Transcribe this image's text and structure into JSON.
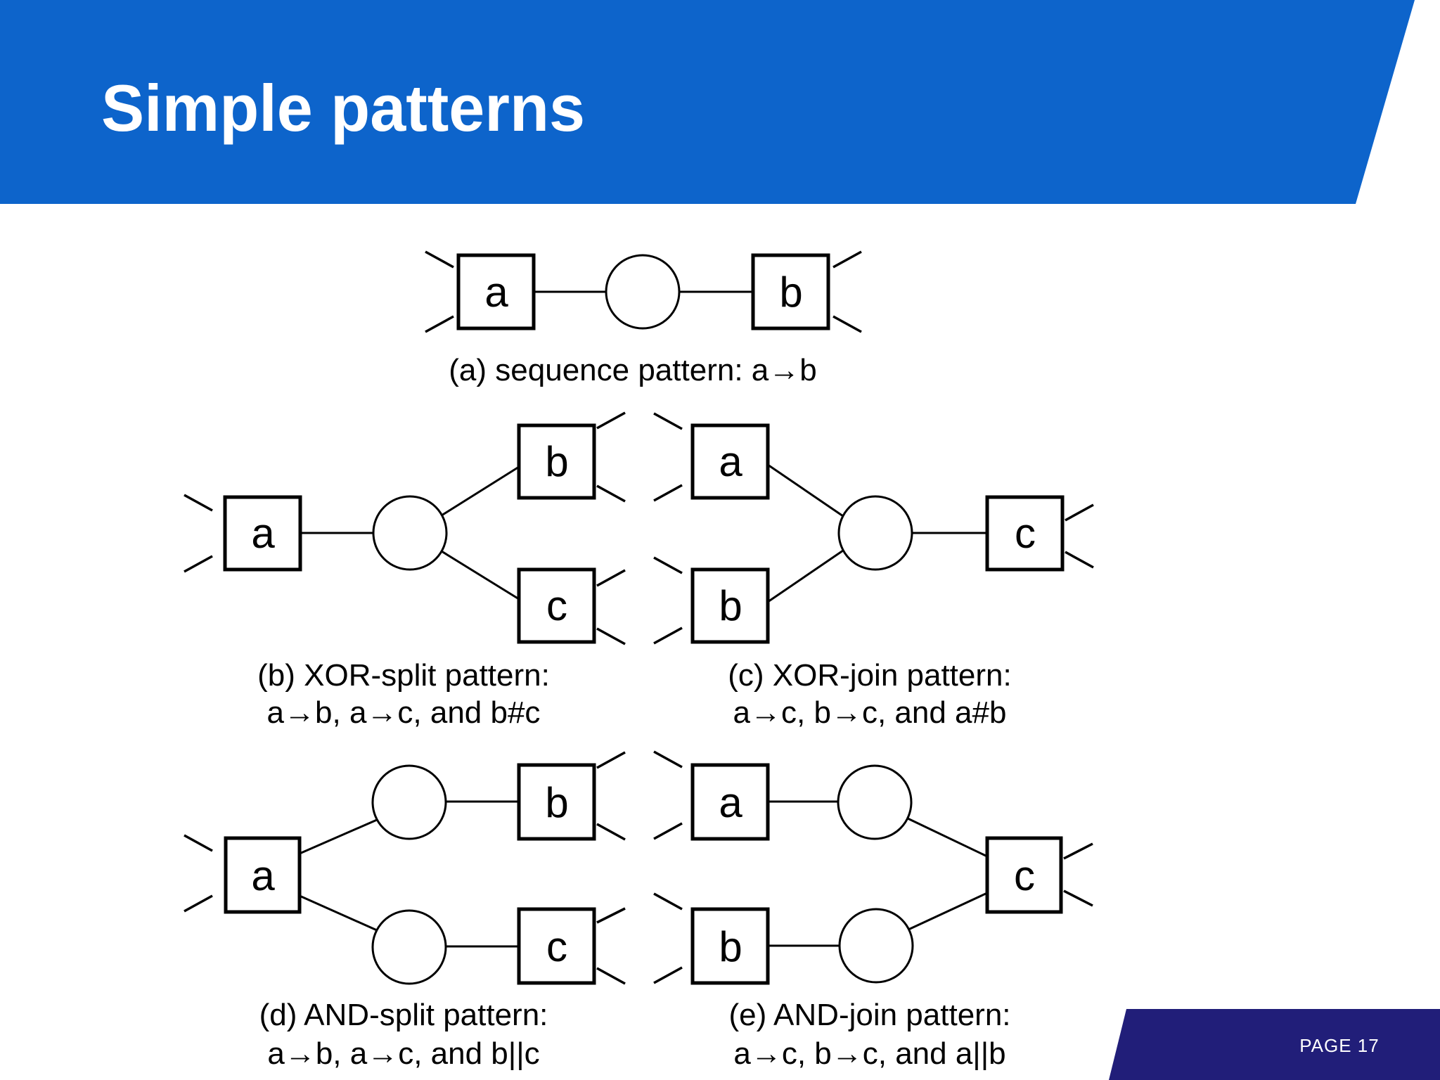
{
  "slide": {
    "title": "Simple patterns",
    "page_label": "PAGE 17",
    "colors": {
      "header_blue": "#0d64cb",
      "footer_navy": "#211e79",
      "ink": "#000000",
      "node_fill": "#ffffff"
    }
  },
  "diagrams": {
    "sequence": {
      "caption": "(a) sequence pattern: a→b",
      "nodes": {
        "a": "a",
        "b": "b"
      }
    },
    "xor_split": {
      "caption_line1": "(b) XOR-split pattern:",
      "caption_line2": "a→b, a→c, and b#c",
      "nodes": {
        "a": "a",
        "b": "b",
        "c": "c"
      }
    },
    "xor_join": {
      "caption_line1": "(c) XOR-join pattern:",
      "caption_line2": "a→c, b→c, and a#b",
      "nodes": {
        "a": "a",
        "b": "b",
        "c": "c"
      }
    },
    "and_split": {
      "caption_line1": "(d) AND-split pattern:",
      "caption_line2": "a→b, a→c, and b||c",
      "nodes": {
        "a": "a",
        "b": "b",
        "c": "c"
      }
    },
    "and_join": {
      "caption_line1": "(e) AND-join pattern:",
      "caption_line2": "a→c, b→c, and a||b",
      "nodes": {
        "a": "a",
        "b": "b",
        "c": "c"
      }
    }
  }
}
